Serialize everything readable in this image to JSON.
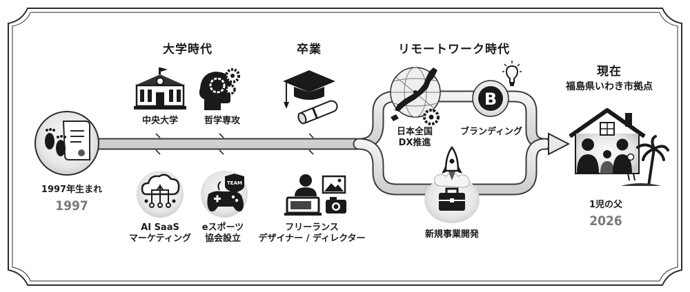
{
  "eras": {
    "university": "大学時代",
    "graduation": "卒業",
    "remote": "リモートワーク時代",
    "present": "現在",
    "present_sub": "福島県いわき市拠点"
  },
  "start": {
    "label": "1997年生まれ",
    "year": "1997"
  },
  "end": {
    "label": "1児の父",
    "year": "2026"
  },
  "items": {
    "chuo": "中央大学",
    "philosophy": "哲学専攻",
    "ai_saas_1": "AI SaaS",
    "ai_saas_2": "マーケティング",
    "esports_1": "eスポーツ",
    "esports_2": "協会設立",
    "freelance_1": "フリーランス",
    "freelance_2": "デザイナー / ディレクター",
    "japan_1": "日本全国",
    "japan_2": "DX推進",
    "branding": "ブランディング",
    "new_biz": "新規事業開発"
  },
  "badges": {
    "team": "TEAM",
    "brand_letter": "B"
  },
  "icons": {
    "baby": "footprints-certificate-icon",
    "university": "university-building-icon",
    "philosophy": "thinking-head-gears-icon",
    "ai": "cloud-network-icon",
    "esports": "gamepad-team-icon",
    "graduation": "graduation-cap-diploma-icon",
    "freelance": "designer-laptop-camera-icon",
    "japan": "japan-globe-gear-icon",
    "branding": "brand-badge-lightbulb-icon",
    "newbiz": "rocket-briefcase-icon",
    "home": "family-house-palm-icon"
  }
}
